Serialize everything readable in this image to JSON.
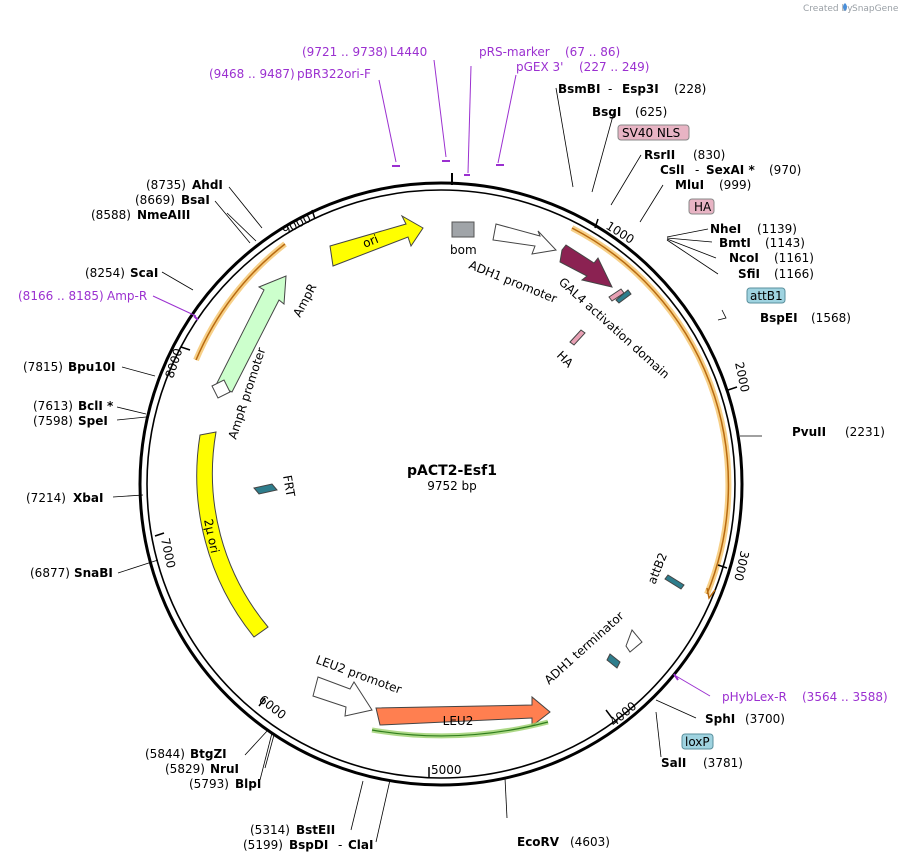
{
  "credit": {
    "text": "Created by",
    "brand": "SnapGene"
  },
  "plasmid": {
    "name": "pACT2-Esf1",
    "size_label": "9752 bp",
    "length": 9752
  },
  "ticks": [
    "1000",
    "2000",
    "3000",
    "4000",
    "5000",
    "6000",
    "7000",
    "8000",
    "9000"
  ],
  "enzymes": {
    "bsmbi": {
      "name": "BsmBI",
      "pos": "(228)"
    },
    "esp3i": {
      "name": "Esp3I"
    },
    "bsgi": {
      "name": "BsgI",
      "pos": "(625)"
    },
    "rsrii": {
      "name": "RsrII",
      "pos": "(830)"
    },
    "csli": {
      "name": "CslI"
    },
    "sexai": {
      "name": "SexAI *",
      "pos": "(970)"
    },
    "mlui": {
      "name": "MluI",
      "pos": "(999)"
    },
    "nhei": {
      "name": "NheI",
      "pos": "(1139)"
    },
    "bmti": {
      "name": "BmtI",
      "pos": "(1143)"
    },
    "ncoi": {
      "name": "NcoI",
      "pos": "(1161)"
    },
    "sfii": {
      "name": "SfiI",
      "pos": "(1166)"
    },
    "bspei": {
      "name": "BspEI",
      "pos": "(1568)"
    },
    "pvuii": {
      "name": "PvuII",
      "pos": "(2231)"
    },
    "sphi": {
      "name": "SphI",
      "pos": "(3700)"
    },
    "sali": {
      "name": "SalI",
      "pos": "(3781)"
    },
    "ecorv": {
      "name": "EcoRV",
      "pos": "(4603)"
    },
    "clai": {
      "name": "ClaI"
    },
    "bspdi": {
      "name": "BspDI",
      "pos": "(5199)"
    },
    "bsteii": {
      "name": "BstEII",
      "pos": "(5314)"
    },
    "blpi": {
      "name": "BlpI",
      "pos": "(5793)"
    },
    "drui": {
      "name": "NruI",
      "pos": "(5829)"
    },
    "btgzi": {
      "name": "BtgZI",
      "pos": "(5844)"
    },
    "snabi": {
      "name": "SnaBI",
      "pos": "(6877)"
    },
    "xbai": {
      "name": "XbaI",
      "pos": "(7214)"
    },
    "spei": {
      "name": "SpeI",
      "pos": "(7598)"
    },
    "bcli": {
      "name": "BclI *",
      "pos": "(7613)"
    },
    "bpu10i": {
      "name": "Bpu10I",
      "pos": "(7815)"
    },
    "scai": {
      "name": "ScaI",
      "pos": "(8254)"
    },
    "nmeaiii": {
      "name": "NmeAIII",
      "pos": "(8588)"
    },
    "bsai": {
      "name": "BsaI",
      "pos": "(8669)"
    },
    "ahdi": {
      "name": "AhdI",
      "pos": "(8735)"
    }
  },
  "primers": {
    "l4440": {
      "range": "(9721 .. 9738)",
      "name": "L4440"
    },
    "prs": {
      "range": "(67 .. 86)",
      "name": "pRS-marker"
    },
    "pgex": {
      "range": "(227 .. 249)",
      "name": "pGEX 3'"
    },
    "pbr": {
      "range": "(9468 .. 9487)",
      "name": "pBR322ori-F"
    },
    "ampr": {
      "range": "(8166 .. 8185)",
      "name": "Amp-R"
    },
    "phyb": {
      "name": "pHybLex-R",
      "range": "(3564 .. 3588)"
    }
  },
  "boxed": {
    "sv40": "SV40 NLS",
    "ha": "HA",
    "attb1": "attB1",
    "loxp": "loxP"
  },
  "features": {
    "ori": "ori",
    "bom": "bom",
    "adh1_promoter": "ADH1 promoter",
    "gal4_ad": "GAL4 activation domain",
    "ha": "HA",
    "ampr": "AmpR",
    "ampr_promoter": "AmpR promoter",
    "frt": "FRT",
    "two_micron": "2µ ori",
    "leu2_promoter": "LEU2 promoter",
    "leu2": "LEU2",
    "adh1_terminator": "ADH1 terminator",
    "attb2": "attB2"
  },
  "colors": {
    "primer": "#9b30d0",
    "ori": "#ffff00",
    "ampr": "#ccffcc",
    "leu2": "#ff7f50",
    "gal4": "#8b2252",
    "frt_lox": "#2e7d8c",
    "ha": "#e8a0b4",
    "bom": "#a0a4a8",
    "orf_highlight": "#f5c46a",
    "leu2_highlight": "#9ad06a"
  }
}
